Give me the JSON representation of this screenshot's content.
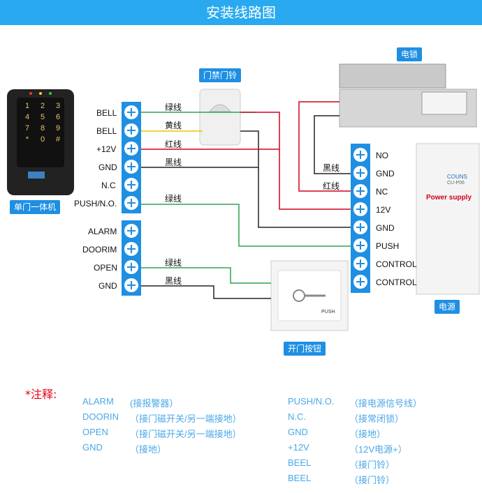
{
  "header": {
    "title": "安装线路图"
  },
  "components": {
    "keypad_label": "单门一体机",
    "keypad_keys": [
      "1",
      "2",
      "3",
      "4",
      "5",
      "6",
      "7",
      "8",
      "9",
      "*",
      "0",
      "#"
    ],
    "doorbell_label": "门禁门铃",
    "lock_label": "电锁",
    "power_label": "电源",
    "power_brand": "COUNS",
    "power_model": "CU-P06",
    "power_title": "Power supply",
    "exit_button_label": "开门按钮",
    "exit_button_text": "PUSH"
  },
  "left_terminals_top": [
    "BELL",
    "BELL",
    "+12V",
    "GND",
    "N.C",
    "PUSH/N.O."
  ],
  "left_terminals_bottom": [
    "ALARM",
    "DOORIM",
    "OPEN",
    "GND"
  ],
  "right_terminals": [
    "NO",
    "GND",
    "NC",
    "12V",
    "GND",
    "PUSH",
    "CONTROL",
    "CONTROL"
  ],
  "wire_labels": {
    "bell1": "绿线",
    "bell2": "黄线",
    "v12": "红线",
    "gnd": "黑线",
    "push": "绿线",
    "open": "绿线",
    "gnd2": "黑线",
    "lock_black": "黑线",
    "lock_red": "红线"
  },
  "colors": {
    "header": "#29a9ef",
    "terminal": "#1e8fe3",
    "green": "#2ea44f",
    "yellow": "#f2c200",
    "red": "#d0021b",
    "black": "#222222",
    "note_title": "#e60012",
    "note_text": "#4aa8e8"
  },
  "notes": {
    "title": "*注释:",
    "left": [
      {
        "term": "ALARM",
        "desc": "(接报警器）"
      },
      {
        "term": "DOORIN",
        "desc": "（接门磁开关/另一端接地）"
      },
      {
        "term": "OPEN",
        "desc": "（接门磁开关/另一端接地）"
      },
      {
        "term": "GND",
        "desc": "（接地）"
      }
    ],
    "right": [
      {
        "term": "PUSH/N.O.",
        "desc": "（接电源信号线）"
      },
      {
        "term": "N.C.",
        "desc": "（接常闭锁）"
      },
      {
        "term": "GND",
        "desc": "（接地）"
      },
      {
        "term": "+12V",
        "desc": "（12V电源+）"
      },
      {
        "term": "BEEL",
        "desc": "（接门铃）"
      },
      {
        "term": "BEEL",
        "desc": "（接门铃）"
      }
    ]
  }
}
